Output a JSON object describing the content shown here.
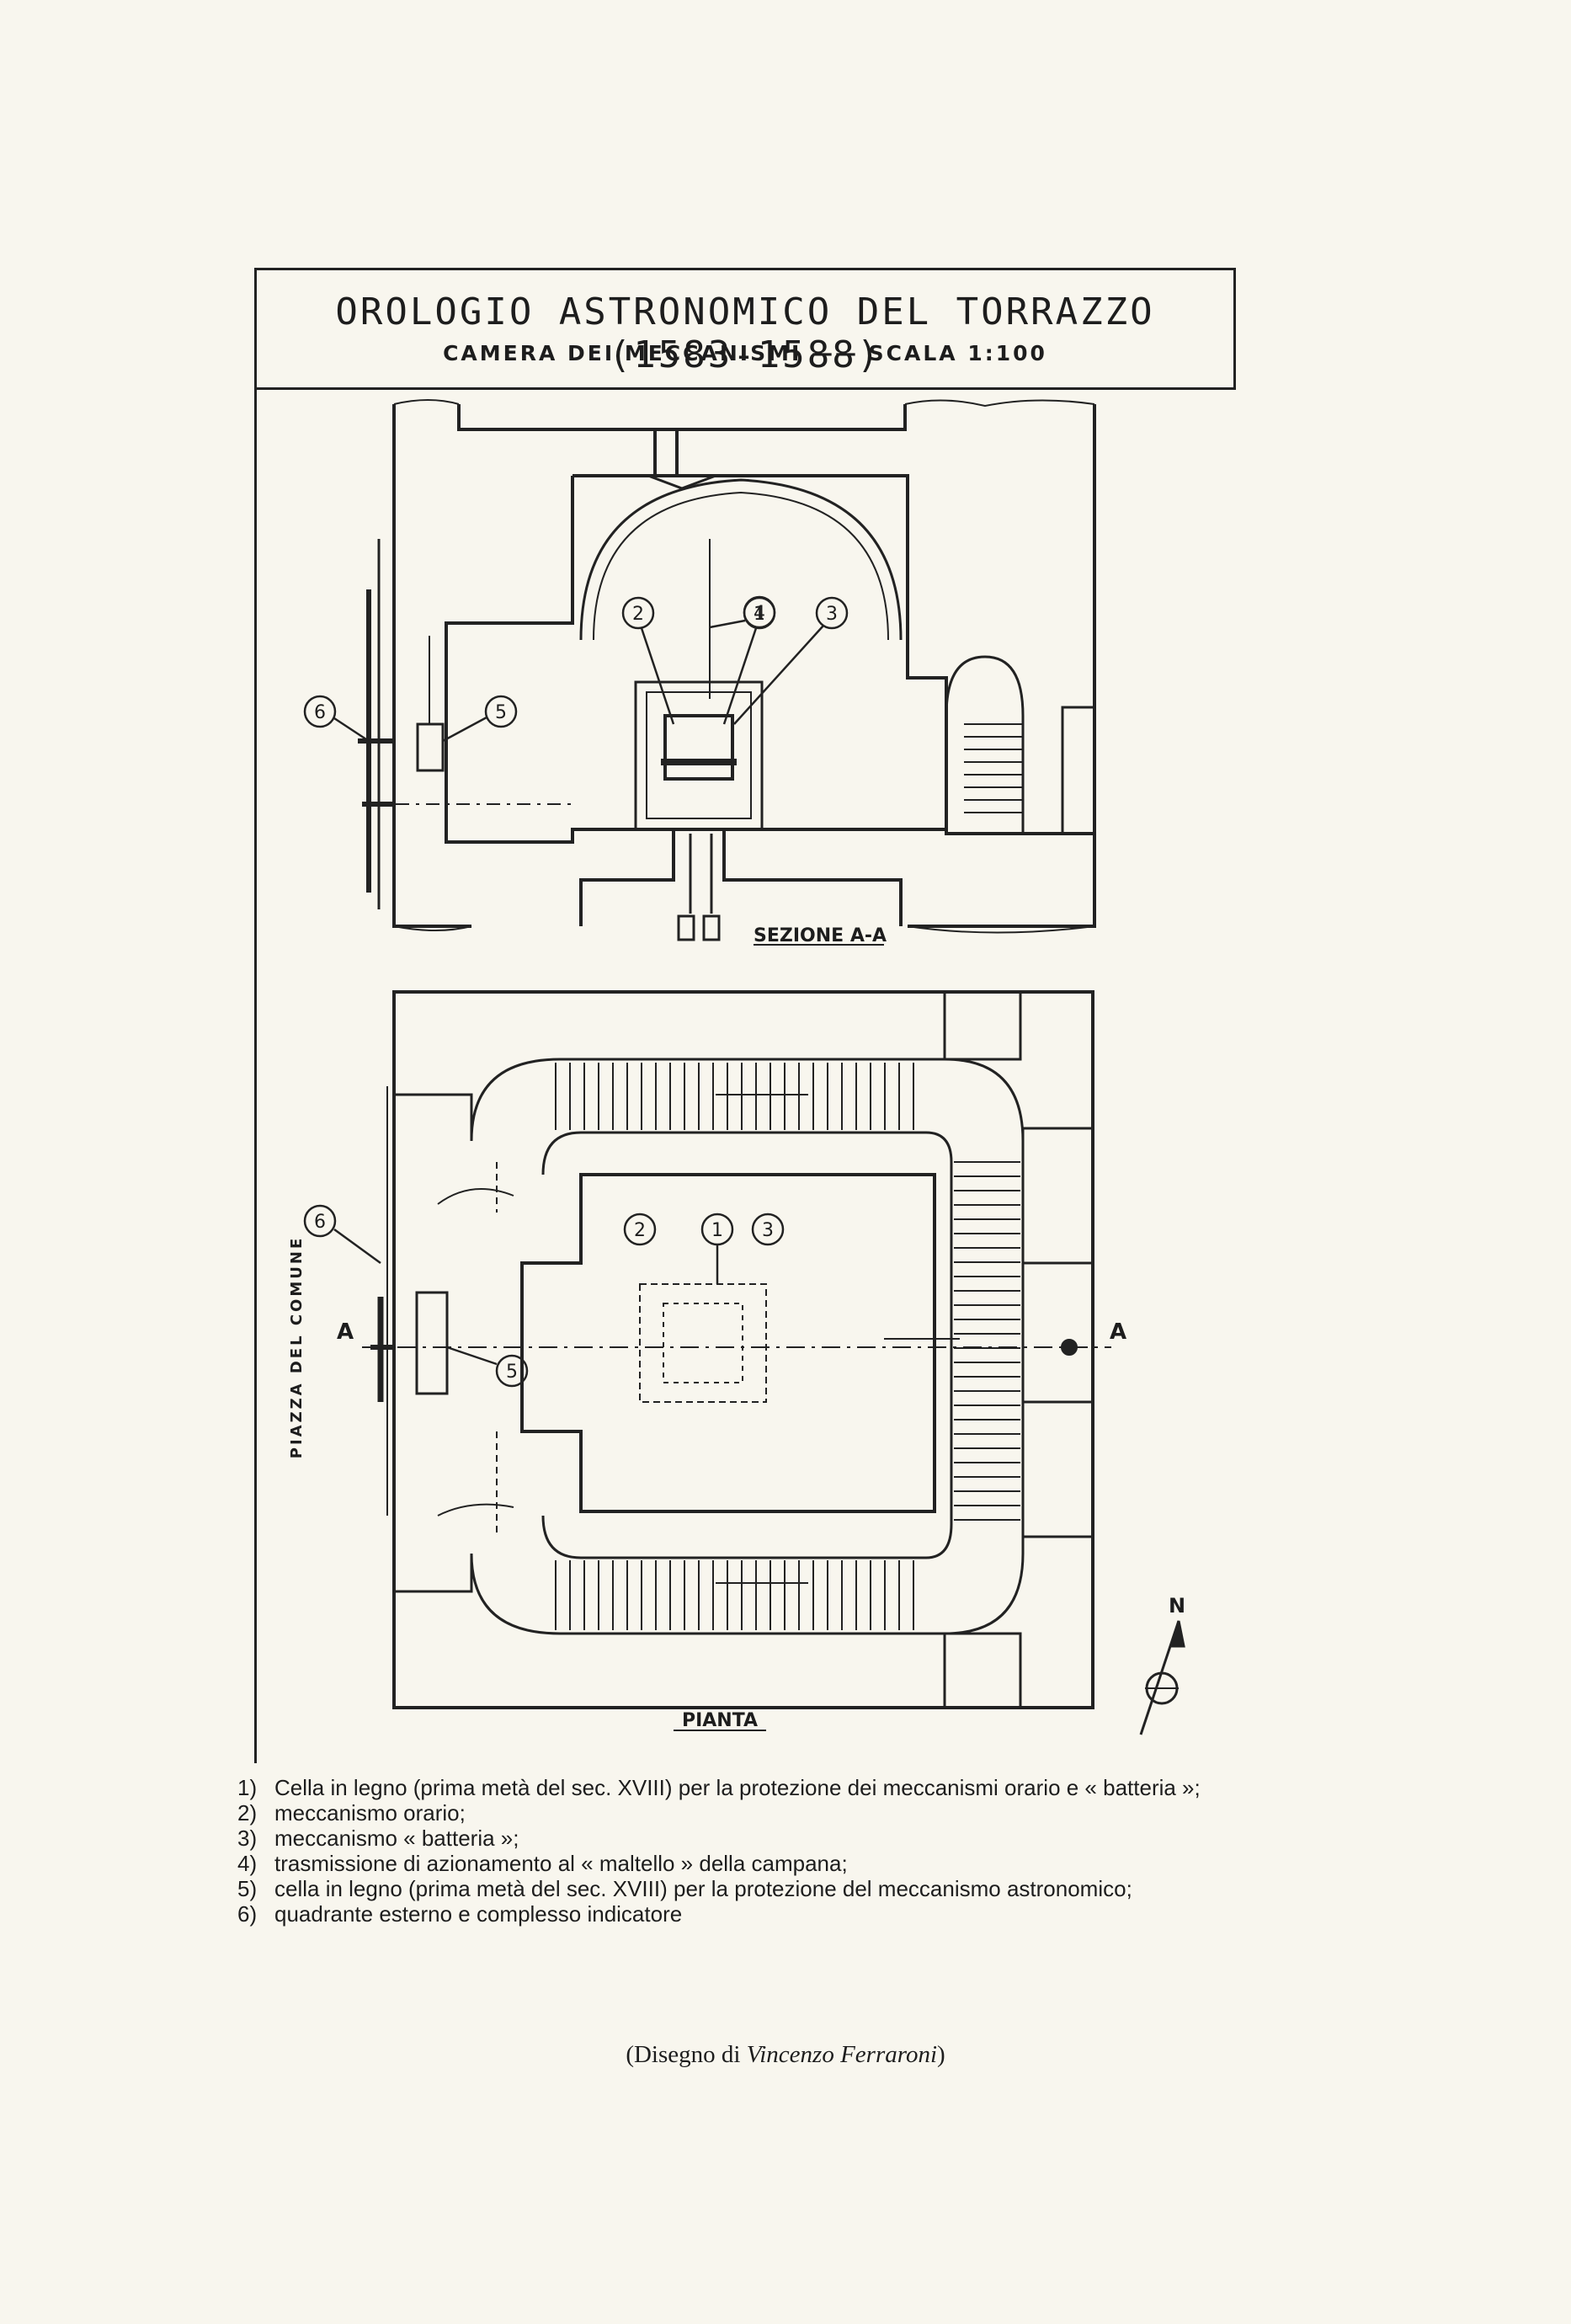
{
  "header": {
    "title": "OROLOGIO ASTRONOMICO DEL TORRAZZO (1583-1588)",
    "subtitle": "CAMERA DEI MECCANISMI —— SCALA 1:100"
  },
  "drawing": {
    "callouts": [
      "1",
      "2",
      "3",
      "4",
      "5",
      "6"
    ],
    "section_label": "SEZIONE A-A",
    "plan_label": "PIANTA",
    "side_label": "PIAZZA DEL COMUNE",
    "axis_mark": "A",
    "north_mark": "N"
  },
  "legend": [
    {
      "num": "1)",
      "text": "Cella in legno (prima metà del sec. XVIII) per la protezione dei meccanismi orario e « batteria »;"
    },
    {
      "num": "2)",
      "text": "meccanismo orario;"
    },
    {
      "num": "3)",
      "text": "meccanismo « batteria »;"
    },
    {
      "num": "4)",
      "text": "trasmissione di azionamento al « maltello » della campana;"
    },
    {
      "num": "5)",
      "text": "cella in legno (prima metà del sec. XVIII) per la protezione del meccanismo astronomico;"
    },
    {
      "num": "6)",
      "text": "quadrante esterno e complesso indicatore"
    }
  ],
  "credit": {
    "prefix": "(Disegno di",
    "author": "Vincenzo Ferraroni",
    "suffix": ")"
  }
}
